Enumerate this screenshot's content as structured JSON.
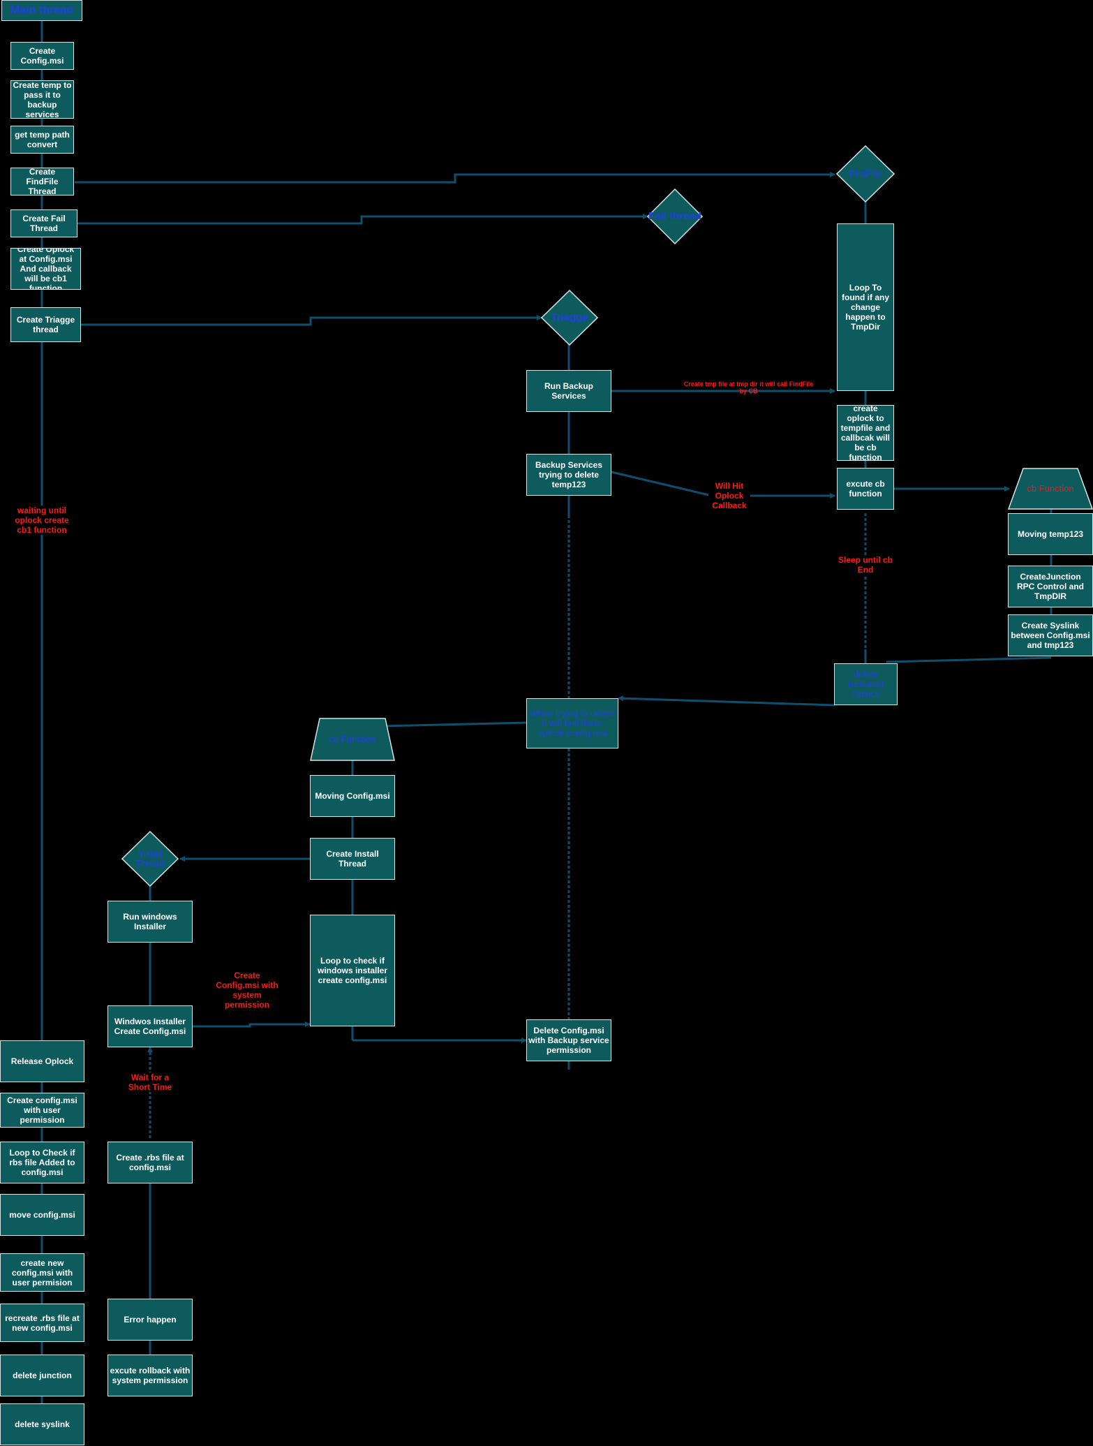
{
  "main_thread": {
    "title": "Main thread",
    "create_config": "Create Config.msi",
    "create_temp": "Create temp to pass it to backup services",
    "get_temp_path": "get temp path convert",
    "create_findfile": "Create FindFile Thread",
    "create_fail": "Create Fail Thread",
    "create_oplock": "Create Oplock at Config.msi And callback will be cb1 function",
    "create_triagge": "Create Triagge thread",
    "waiting_note": "waiting until oplock create cb1 function",
    "release_oplock": "Release Oplock",
    "create_config_user": "Create config.msi with user permission",
    "loop_check_rbs": "Loop to Check if rbs file Added to config.msi",
    "move_config": "move config.msi",
    "create_new_config": "create new config.msi with user permision",
    "recreate_rbs": "recreate .rbs file at new config.msi",
    "delete_junction": "delete junction",
    "delete_syslink": "delete syslink"
  },
  "findfile": {
    "label": "FindFile",
    "loop": "Loop To found if any change happen to TmpDir",
    "create_oplock": "create oplock to tempfile and callbcak will be cb function",
    "excute_cb": "excute cb function",
    "sleep_note": "Sleep until cb End",
    "delete_oplock": "delete (release) Oplock"
  },
  "fail_thread": {
    "label": "Fail thread"
  },
  "triagge": {
    "label": "Triagge",
    "run_backup": "Run Backup Services",
    "backup_delete": "Backup Services trying to delete temp123",
    "trigger_note": "Create tmp file at tmp dir it will call FindFile by CB",
    "oplock_note": "Will Hit Oplock Callback",
    "when_delete": "When trying to delete it will find there oplock config.msi",
    "delete_config": "Delete Config.msi with Backup service permission"
  },
  "cb_function_1": {
    "label": "cb Function",
    "moving_temp": "Moving temp123",
    "create_junction": "CreateJunction RPC Control and TmpDIR",
    "create_syslink": "Create Syslink between Config.msi and tmp123"
  },
  "cb_function_2": {
    "label": "cb Function",
    "moving_config": "Moving Config.msi",
    "create_install_thread": "Create Install Thread",
    "loop_check": "Loop to check if windows installer create config.msi",
    "create_note": "Create Config.msi with system permission"
  },
  "install_thread": {
    "label": "Install Thread",
    "run_windows_installer": "Run windows Installer",
    "windows_installer_create": "Windwos Installer Create Config.msi",
    "wait_note": "Wait for a Short Time",
    "create_rbs": "Create .rbs file at config.msi",
    "error_happen": "Error happen",
    "excute_rollback": "excute rollback with system permission"
  },
  "colors": {
    "node_fill": "#0e5b5e",
    "node_border": "#d6e4e4",
    "wire": "#0f4f6e",
    "note_red": "#ff1a1a",
    "label_blue": "#1f3fe0"
  }
}
